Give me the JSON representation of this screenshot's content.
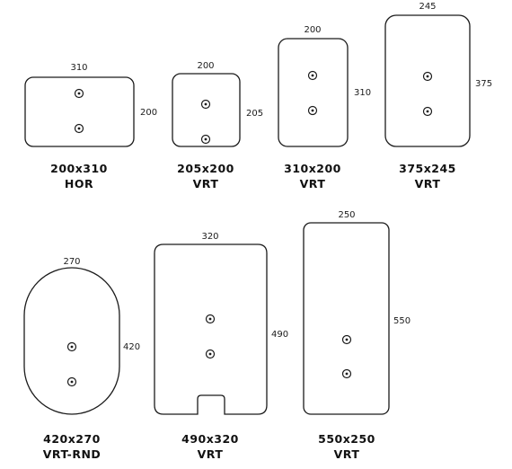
{
  "shapes": [
    {
      "size_label": "200x310",
      "type_label": "HOR",
      "top_dim": "310",
      "side_dim": "200"
    },
    {
      "size_label": "205x200",
      "type_label": "VRT",
      "top_dim": "200",
      "side_dim": "205"
    },
    {
      "size_label": "310x200",
      "type_label": "VRT",
      "top_dim": "200",
      "side_dim": "310"
    },
    {
      "size_label": "375x245",
      "type_label": "VRT",
      "top_dim": "245",
      "side_dim": "375"
    },
    {
      "size_label": "420x270",
      "type_label": "VRT-RND",
      "top_dim": "270",
      "side_dim": "420"
    },
    {
      "size_label": "490x320",
      "type_label": "VRT",
      "top_dim": "320",
      "side_dim": "490"
    },
    {
      "size_label": "550x250",
      "type_label": "VRT",
      "top_dim": "250",
      "side_dim": "550"
    }
  ]
}
